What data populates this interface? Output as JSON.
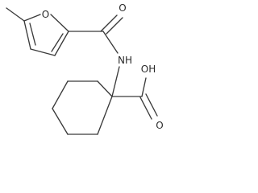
{
  "diagram": {
    "type": "skeletal-structural-formula",
    "line_color": "#3a3a3a",
    "text_color": "#2a2a2a",
    "background": "#ffffff",
    "atom_labels": {
      "furan_oxygen": "O",
      "carbonyl_oxygen": "O",
      "amide_nh": "NH",
      "acid_hydroxyl": "OH",
      "acid_carbonyl_oxygen": "O"
    }
  }
}
